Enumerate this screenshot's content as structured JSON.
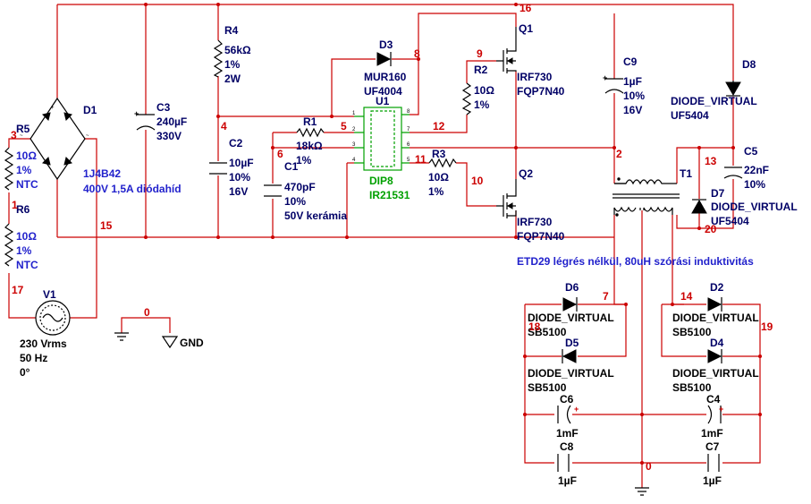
{
  "components": {
    "D1": {
      "ref": "D1",
      "part": "1J4B42",
      "desc": "400V 1,5A diódahíd"
    },
    "R5": {
      "ref": "R5",
      "value": "10Ω",
      "tol": "1%",
      "type": "NTC"
    },
    "R6": {
      "ref": "R6",
      "value": "10Ω",
      "tol": "1%",
      "type": "NTC"
    },
    "C3": {
      "ref": "C3",
      "value": "240µF",
      "volt": "330V"
    },
    "R4": {
      "ref": "R4",
      "value": "56kΩ",
      "tol": "1%",
      "power": "2W"
    },
    "C2": {
      "ref": "C2",
      "value": "10µF",
      "tol": "10%",
      "volt": "16V"
    },
    "R1": {
      "ref": "R1",
      "value": "18kΩ",
      "tol": "1%"
    },
    "C1": {
      "ref": "C1",
      "value": "470pF",
      "tol": "10%",
      "volt": "50V kerámia"
    },
    "D3": {
      "ref": "D3",
      "part1": "MUR160",
      "part2": "UF4004"
    },
    "U1": {
      "ref": "U1",
      "pkg": "DIP8",
      "part": "IR21531"
    },
    "R2": {
      "ref": "R2",
      "value": "10Ω",
      "tol": "1%"
    },
    "R3": {
      "ref": "R3",
      "value": "10Ω",
      "tol": "1%"
    },
    "Q1": {
      "ref": "Q1",
      "part1": "IRF730",
      "part2": "FQP7N40"
    },
    "Q2": {
      "ref": "Q2",
      "part1": "IRF730",
      "part2": "FQP7N40"
    },
    "C9": {
      "ref": "C9",
      "value": "1µF",
      "tol": "10%",
      "volt": "16V"
    },
    "D8": {
      "ref": "D8",
      "part1": "DIODE_VIRTUAL",
      "part2": "UF5404"
    },
    "C5": {
      "ref": "C5",
      "value": "22nF",
      "tol": "10%"
    },
    "D7": {
      "ref": "D7",
      "part1": "DIODE_VIRTUAL",
      "part2": "UF5404"
    },
    "T1": {
      "ref": "T1"
    },
    "D6": {
      "ref": "D6",
      "part1": "DIODE_VIRTUAL",
      "part2": "SB5100"
    },
    "D5": {
      "ref": "D5",
      "part1": "DIODE_VIRTUAL",
      "part2": "SB5100"
    },
    "D2": {
      "ref": "D2",
      "part1": "DIODE_VIRTUAL",
      "part2": "SB5100"
    },
    "D4": {
      "ref": "D4",
      "part1": "DIODE_VIRTUAL",
      "part2": "SB5100"
    },
    "C6": {
      "ref": "C6",
      "value": "1mF"
    },
    "C4": {
      "ref": "C4",
      "value": "1mF"
    },
    "C8": {
      "ref": "C8",
      "value": "1µF"
    },
    "C7": {
      "ref": "C7",
      "value": "1µF"
    },
    "V1": {
      "ref": "V1",
      "value": "230 Vrms",
      "freq": "50 Hz",
      "phase": "0°"
    },
    "GND": {
      "ref": "GND"
    }
  },
  "transformer_note": "ETD29 légrés nélkül, 80uH szórási induktivitás",
  "nets": {
    "n0": "0",
    "n0b": "0",
    "n1": "1",
    "n2": "2",
    "n3": "3",
    "n4": "4",
    "n5": "5",
    "n6": "6",
    "n7": "7",
    "n8": "8",
    "n9": "9",
    "n10": "10",
    "n11": "11",
    "n12": "12",
    "n13": "13",
    "n14": "14",
    "n15": "15",
    "n16": "16",
    "n17": "17",
    "n18": "18",
    "n19": "19",
    "n20": "20"
  },
  "pins": [
    "1",
    "2",
    "3",
    "4",
    "5",
    "6",
    "7",
    "8"
  ]
}
